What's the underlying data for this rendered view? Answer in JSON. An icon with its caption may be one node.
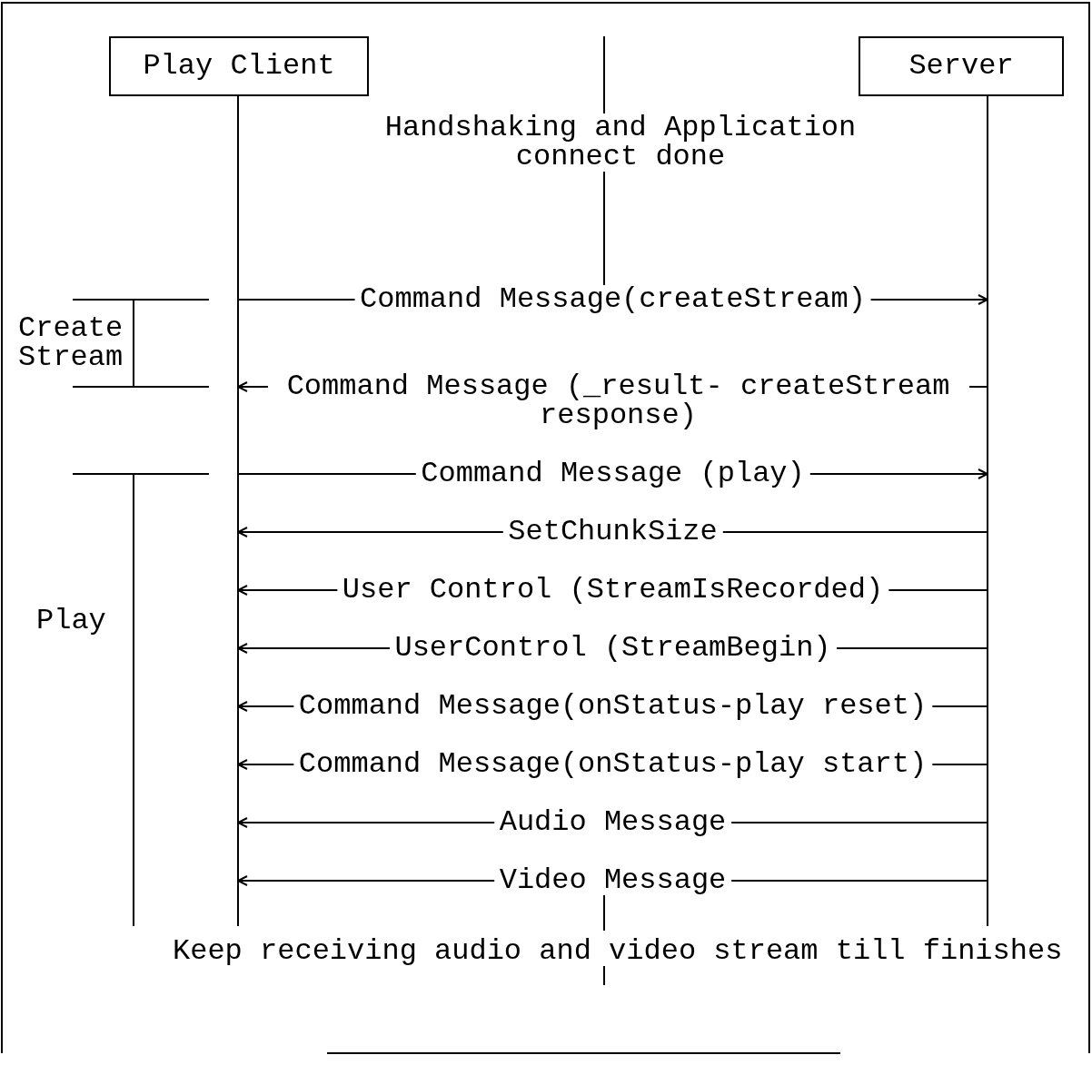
{
  "diagram": {
    "nodes": [
      {
        "text": [
          "Play Client"
        ]
      },
      {
        "text": [
          "Server"
        ]
      }
    ],
    "edges": [
      {
        "from": 0,
        "to": 1,
        "arrow": "to",
        "label": "Command Message(createStream)"
      },
      {
        "from": 1,
        "to": 0,
        "arrow": "to",
        "label": "Command Message (_result- createStream response)"
      },
      {
        "from": 0,
        "to": 1,
        "arrow": "to",
        "label": "Command Message (play)"
      },
      {
        "from": 1,
        "to": 0,
        "arrow": "to",
        "label": "SetChunkSize"
      },
      {
        "from": 1,
        "to": 0,
        "arrow": "to",
        "label": "User Control (StreamIsRecorded)"
      },
      {
        "from": 1,
        "to": 0,
        "arrow": "to",
        "label": "UserControl (StreamBegin)"
      },
      {
        "from": 1,
        "to": 0,
        "arrow": "to",
        "label": "Command Message(onStatus-play reset)"
      },
      {
        "from": 1,
        "to": 0,
        "arrow": "to",
        "label": "Command Message(onStatus-play start)"
      },
      {
        "from": 1,
        "to": 0,
        "arrow": "to",
        "label": "Audio Message"
      },
      {
        "from": 1,
        "to": 0,
        "arrow": "to",
        "label": "Video Message"
      }
    ],
    "labels": [
      "Handshaking and Application connect done",
      "Create Stream",
      "Play",
      "Keep receiving audio and video stream till finishes"
    ]
  }
}
